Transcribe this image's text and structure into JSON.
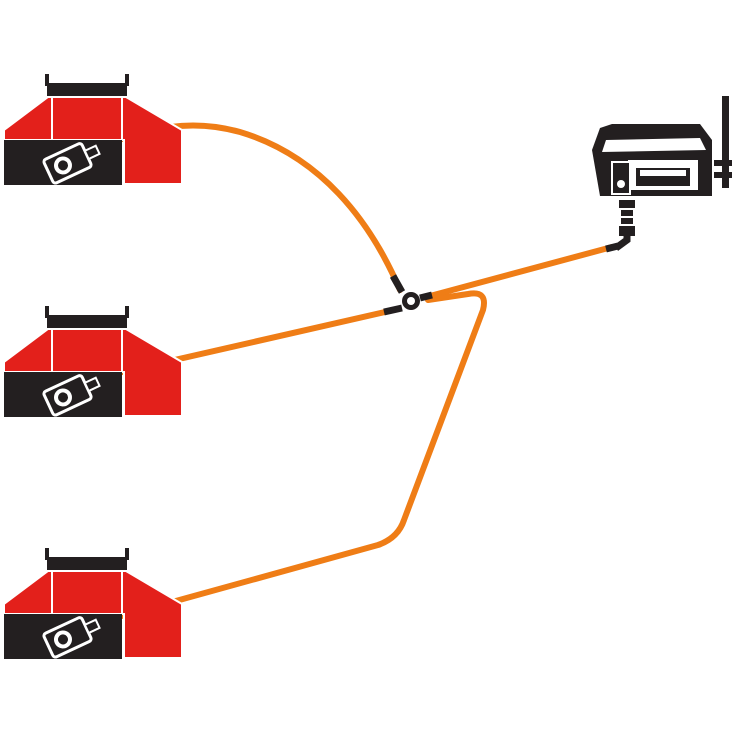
{
  "diagram": {
    "type": "air-lifting-system-schematic",
    "components": {
      "lifting_units": [
        {
          "name": "lifting-unit-top"
        },
        {
          "name": "lifting-unit-middle"
        },
        {
          "name": "lifting-unit-bottom"
        }
      ],
      "control_unit": {
        "name": "control-unit"
      },
      "junction": {
        "name": "hose-junction"
      }
    },
    "colors": {
      "unit_red": "#e3201b",
      "unit_black": "#231f20",
      "hose_orange": "#ef7d16",
      "background": "#ffffff",
      "outline": "#ffffff"
    }
  }
}
